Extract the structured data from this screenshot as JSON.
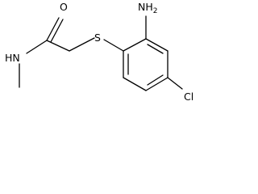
{
  "molecule": {
    "atoms": {
      "oxygen": "O",
      "sulfur": "S",
      "amide_nitrogen": "HN",
      "amino_group_N": "NH",
      "amino_group_sub": "2",
      "chlorine": "Cl"
    }
  }
}
